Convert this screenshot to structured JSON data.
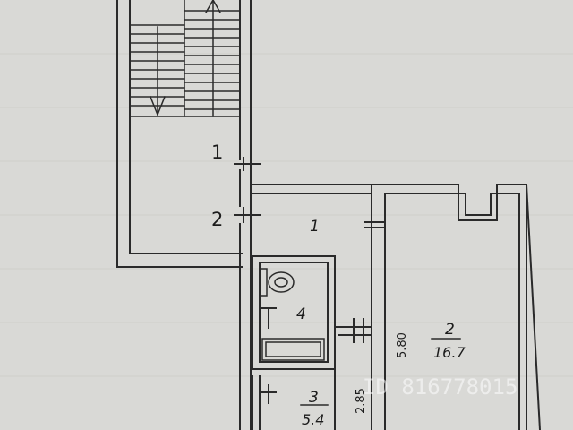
{
  "stair_markers": [
    "1",
    "2"
  ],
  "rooms": [
    {
      "number": "1",
      "area": ""
    },
    {
      "number": "2",
      "area": "16.7"
    },
    {
      "number": "3",
      "area": "5.4"
    },
    {
      "number": "4",
      "area": ""
    }
  ],
  "dimensions": [
    "5.80",
    "2.85"
  ],
  "watermark": "ID 816778015",
  "colors": {
    "background": "#d9d9d6",
    "line": "#2a2a2a"
  }
}
